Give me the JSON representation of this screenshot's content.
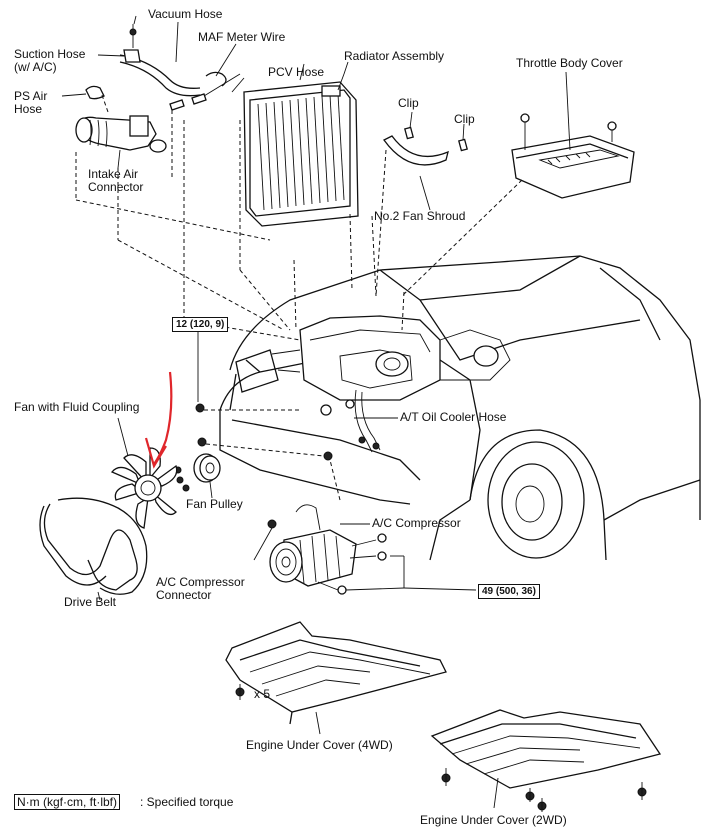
{
  "labels": {
    "vacuum_hose": "Vacuum Hose",
    "maf_meter_wire": "MAF Meter Wire",
    "suction_hose": "Suction Hose\n(w/ A/C)",
    "pcv_hose": "PCV Hose",
    "radiator_assembly": "Radiator Assembly",
    "throttle_body_cover": "Throttle Body Cover",
    "ps_air_hose": "PS Air\nHose",
    "clip_left": "Clip",
    "clip_right": "Clip",
    "intake_air_connector": "Intake Air\nConnector",
    "no2_fan_shroud": "No.2 Fan Shroud",
    "fan_with_fluid_coupling": "Fan with Fluid Coupling",
    "at_oil_cooler_hose": "A/T Oil Cooler Hose",
    "fan_pulley": "Fan Pulley",
    "ac_compressor": "A/C Compressor",
    "ac_compressor_connector": "A/C Compressor\nConnector",
    "drive_belt": "Drive Belt",
    "bolt_count": "x 5",
    "engine_under_cover_4wd": "Engine Under Cover (4WD)",
    "engine_under_cover_2wd": "Engine Under Cover (2WD)"
  },
  "torque_specs": {
    "fan_bolt": "12 (120, 9)",
    "compressor_bolt": "49 (500, 36)"
  },
  "legend": {
    "unit": "N·m (kgf·cm, ft·lbf)",
    "description": ": Specified torque"
  },
  "colors": {
    "line": "#111111",
    "annotation_arrow": "#e0262b",
    "background": "#ffffff"
  }
}
